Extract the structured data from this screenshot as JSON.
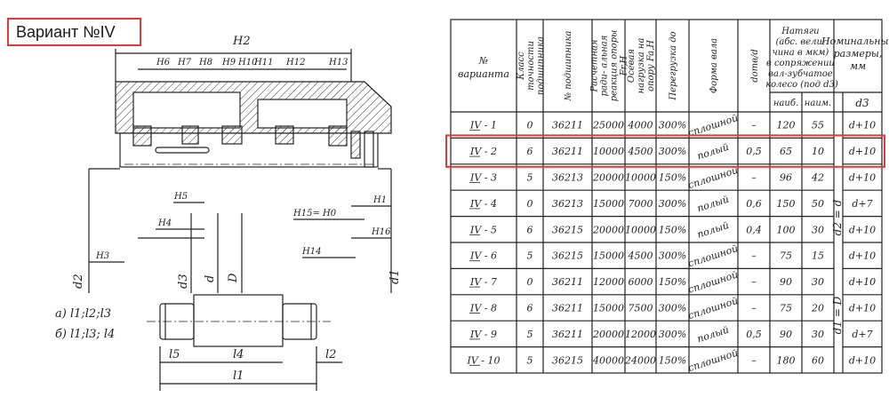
{
  "variant_title": "Вариант №IV",
  "drawing": {
    "dims": [
      "H2",
      "H6",
      "H7",
      "H8",
      "H9",
      "H10",
      "H11",
      "H12",
      "H13",
      "H5",
      "H4",
      "H3",
      "H15= H0",
      "H1",
      "H16",
      "H14",
      "d2",
      "d3",
      "d",
      "D",
      "d1"
    ],
    "shaft_lengths": [
      "l5",
      "l4",
      "l2",
      "l1"
    ],
    "caption_a": "a) l1;l2;l3",
    "caption_b": "б) l1;l3; l4"
  },
  "table": {
    "headers": {
      "variant": "№ варианта",
      "accuracy_class": "Класс точности подшипника",
      "bearing_no": "№ подшипника",
      "radial_load": "Расчетная ради- альная реакция опоры Fr,H",
      "axial_load": "Осевая нагрузка на опору Fa,H",
      "overload": "Перегрузка до",
      "shaft_form": "Форма вала",
      "d_ratio": "dотв/d",
      "interference": "Натяги (абс. вели- чина в мкм) в сопряжении вал-зубчатое колесо (под d3)",
      "interference_max": "наиб.",
      "interference_min": "наим.",
      "nominal": "Номинальные размеры, мм",
      "nominal_d3": "d3",
      "d2_eq": "d2 = d",
      "d1_eq": "d1 = D"
    },
    "rows": [
      {
        "variant": "IV - 1",
        "acc": "0",
        "bearing": "36211",
        "fr": "25000",
        "fa": "4000",
        "over": "300%",
        "form": "сплошной",
        "ratio": "–",
        "max": "120",
        "min": "55",
        "d3": "d+10"
      },
      {
        "variant": "IV - 2",
        "acc": "6",
        "bearing": "36211",
        "fr": "10000",
        "fa": "4500",
        "over": "300%",
        "form": "полый",
        "ratio": "0,5",
        "max": "65",
        "min": "10",
        "d3": "d+10"
      },
      {
        "variant": "IV - 3",
        "acc": "5",
        "bearing": "36213",
        "fr": "20000",
        "fa": "10000",
        "over": "150%",
        "form": "сплошной",
        "ratio": "–",
        "max": "96",
        "min": "42",
        "d3": "d+10"
      },
      {
        "variant": "IV - 4",
        "acc": "0",
        "bearing": "36213",
        "fr": "15000",
        "fa": "7000",
        "over": "300%",
        "form": "полый",
        "ratio": "0,6",
        "max": "150",
        "min": "50",
        "d3": "d+7"
      },
      {
        "variant": "IV - 5",
        "acc": "6",
        "bearing": "36215",
        "fr": "20000",
        "fa": "10000",
        "over": "150%",
        "form": "полый",
        "ratio": "0,4",
        "max": "100",
        "min": "30",
        "d3": "d+10"
      },
      {
        "variant": "IV - 6",
        "acc": "5",
        "bearing": "36215",
        "fr": "15000",
        "fa": "4500",
        "over": "300%",
        "form": "сплошной",
        "ratio": "–",
        "max": "75",
        "min": "15",
        "d3": "d+10"
      },
      {
        "variant": "IV - 7",
        "acc": "0",
        "bearing": "36211",
        "fr": "12000",
        "fa": "6000",
        "over": "150%",
        "form": "сплошной",
        "ratio": "–",
        "max": "90",
        "min": "30",
        "d3": "d+10"
      },
      {
        "variant": "IV - 8",
        "acc": "6",
        "bearing": "36211",
        "fr": "15000",
        "fa": "7500",
        "over": "300%",
        "form": "сплошной",
        "ratio": "–",
        "max": "75",
        "min": "20",
        "d3": "d+10"
      },
      {
        "variant": "IV - 9",
        "acc": "5",
        "bearing": "36211",
        "fr": "20000",
        "fa": "12000",
        "over": "300%",
        "form": "полый",
        "ratio": "0,5",
        "max": "90",
        "min": "30",
        "d3": "d+7"
      },
      {
        "variant": "IV - 10",
        "acc": "5",
        "bearing": "36215",
        "fr": "40000",
        "fa": "24000",
        "over": "150%",
        "form": "сплошной",
        "ratio": "–",
        "max": "180",
        "min": "60",
        "d3": "d+10"
      }
    ],
    "highlighted_row": 1,
    "highlight_color": "#e53935"
  }
}
